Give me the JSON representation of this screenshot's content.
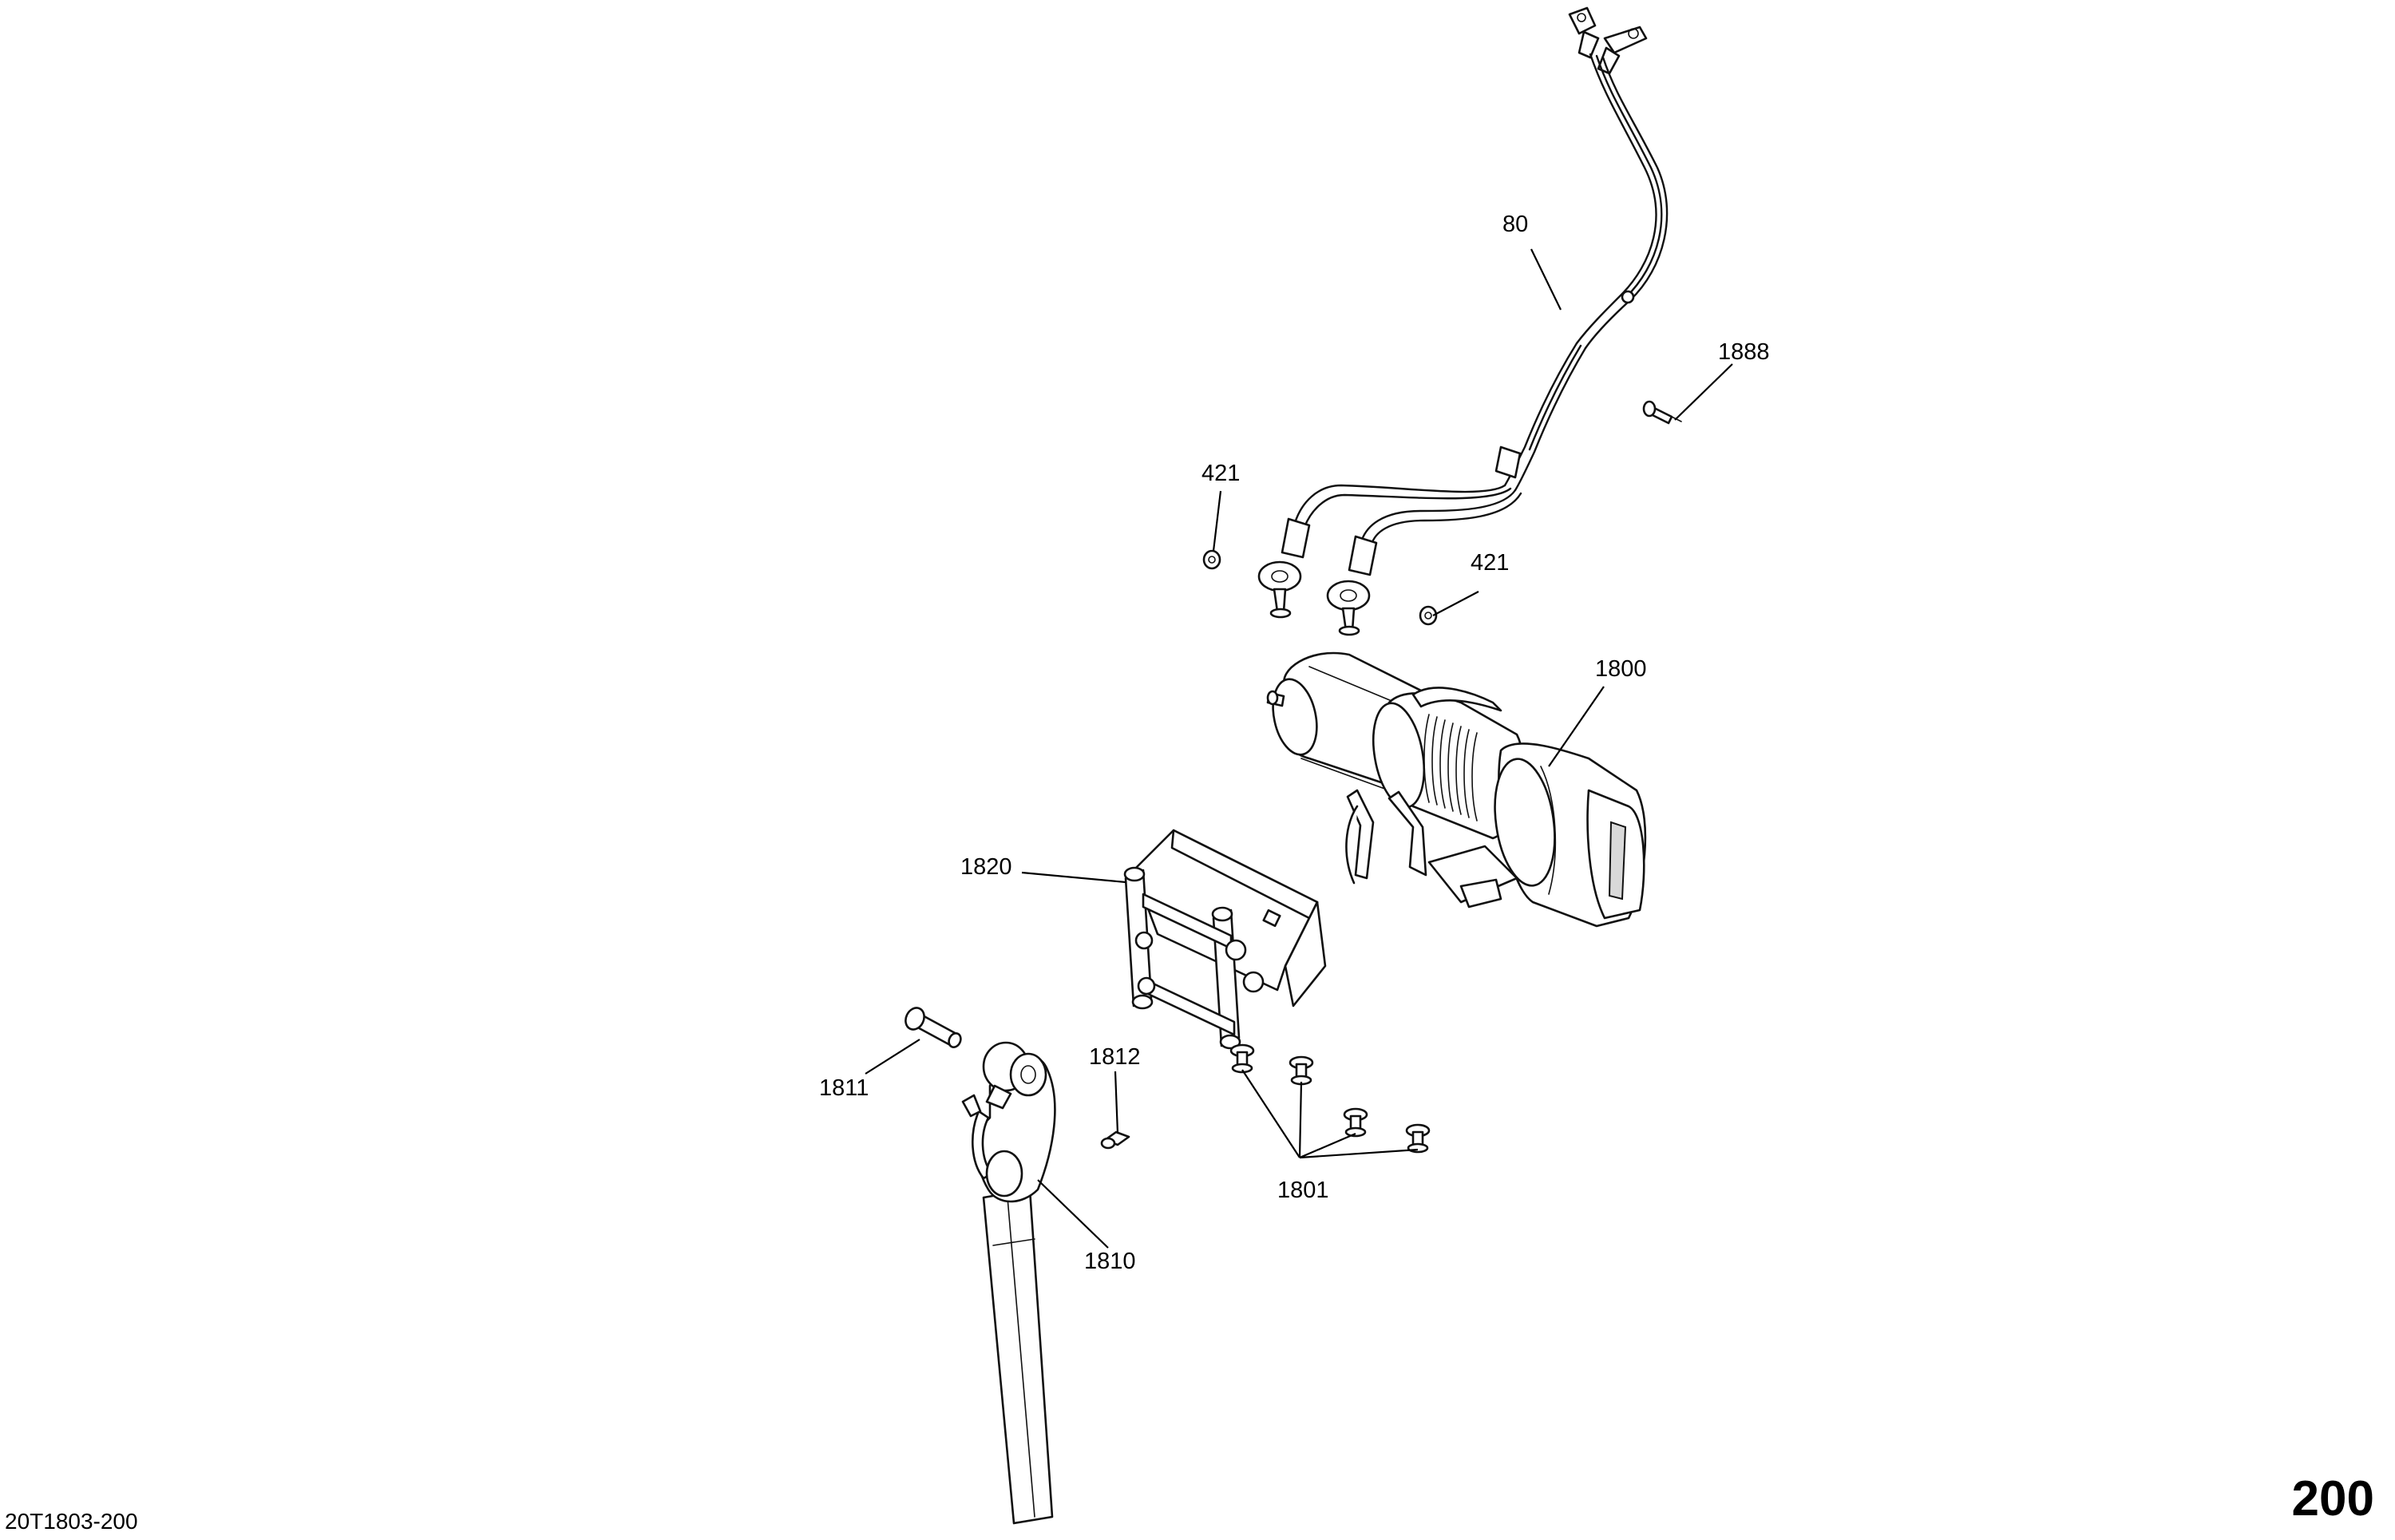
{
  "diagram": {
    "drawing_code": "20T1803-200",
    "page_number": "200",
    "callouts": {
      "c80": "80",
      "c1888": "1888",
      "c421a": "421",
      "c421b": "421",
      "c1800": "1800",
      "c1820": "1820",
      "c1811": "1811",
      "c1812": "1812",
      "c1801": "1801",
      "c1810": "1810"
    }
  }
}
